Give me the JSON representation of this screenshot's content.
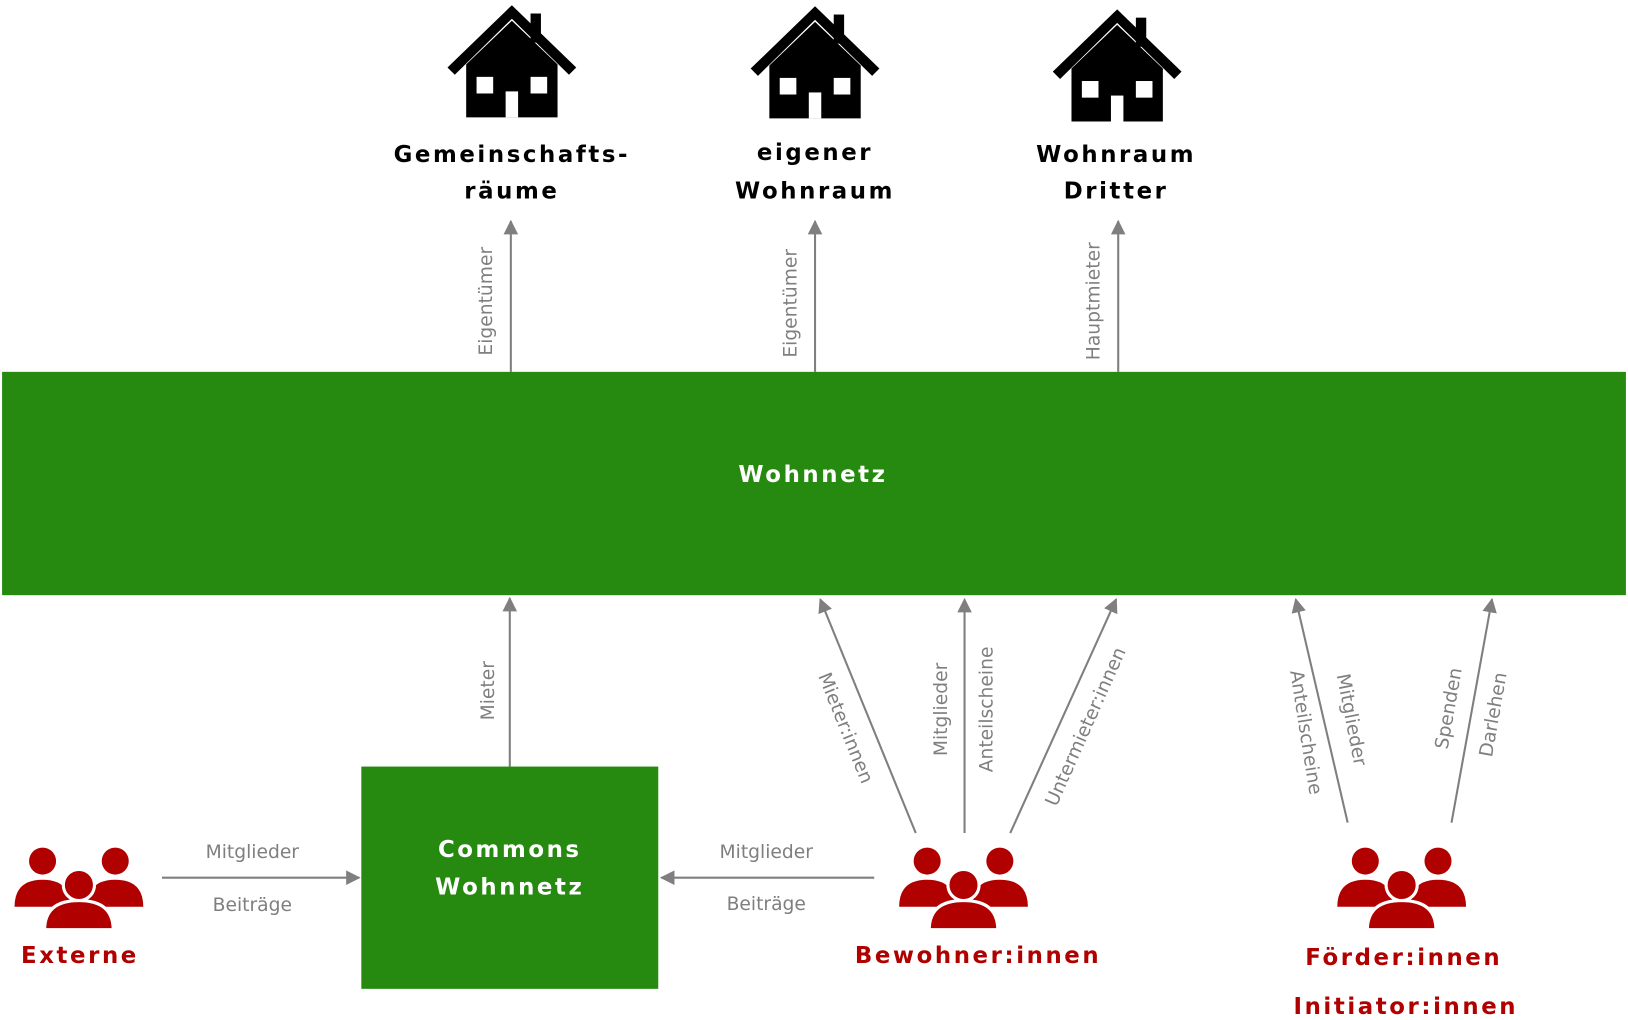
{
  "colors": {
    "green": "#268a10",
    "red": "#b00000",
    "arrow": "#7f7f7f"
  },
  "targets": [
    {
      "line1": "Gemeinschafts-",
      "line2": "räume",
      "relation": "Eigentümer",
      "icon": "house-icon"
    },
    {
      "line1": "eigener",
      "line2": "Wohnraum",
      "relation": "Eigentümer",
      "icon": "house-icon"
    },
    {
      "line1": "Wohnraum",
      "line2": "Dritter",
      "relation": "Hauptmieter",
      "icon": "house-icon"
    }
  ],
  "main": {
    "label": "Wohnnetz"
  },
  "commons": {
    "line1": "Commons",
    "line2": "Wohnnetz",
    "relation": "Mieter"
  },
  "externe": {
    "label": "Externe",
    "flow_top": "Mitglieder",
    "flow_bottom": "Beiträge"
  },
  "bewohner": {
    "label": "Bewohner:innen",
    "flow_top": "Mitglieder",
    "flow_bottom": "Beiträge",
    "relations": [
      "Mieter:innen",
      "Mitglieder",
      "Anteilscheine",
      "Untermieter:innen"
    ]
  },
  "foerder": {
    "line1": "Förder:innen",
    "line2": "Initiator:innen",
    "relations": [
      "Anteilscheine",
      "Mitglieder",
      "Spenden",
      "Darlehen"
    ]
  }
}
